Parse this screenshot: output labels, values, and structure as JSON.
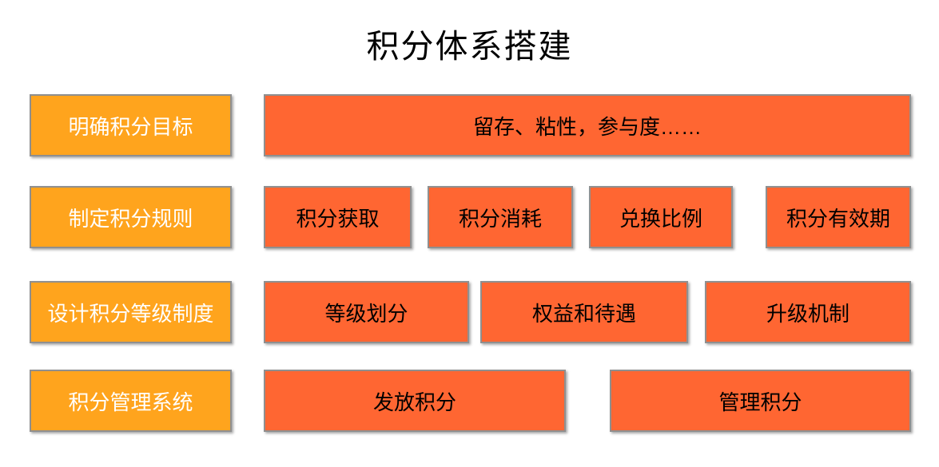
{
  "page": {
    "title": "积分体系搭建",
    "background_color": "#ffffff"
  },
  "colors": {
    "stage_label_fill": "#ffa41d",
    "stage_label_text": "#ffffff",
    "item_box_fill": "#ff6632",
    "item_box_text": "#000000",
    "border": "#8f8f8f",
    "title_text": "#000000"
  },
  "rows": [
    {
      "label": "明确积分目标",
      "boxes": [
        {
          "label": "留存、粘性，参与度……"
        }
      ]
    },
    {
      "label": "制定积分规则",
      "boxes": [
        {
          "label": "积分获取"
        },
        {
          "label": "积分消耗"
        },
        {
          "label": "兑换比例"
        },
        {
          "label": "积分有效期"
        }
      ]
    },
    {
      "label": "设计积分等级制度",
      "boxes": [
        {
          "label": "等级划分"
        },
        {
          "label": "权益和待遇"
        },
        {
          "label": "升级机制"
        }
      ]
    },
    {
      "label": "积分管理系统",
      "boxes": [
        {
          "label": "发放积分"
        },
        {
          "label": "管理积分"
        }
      ]
    }
  ]
}
